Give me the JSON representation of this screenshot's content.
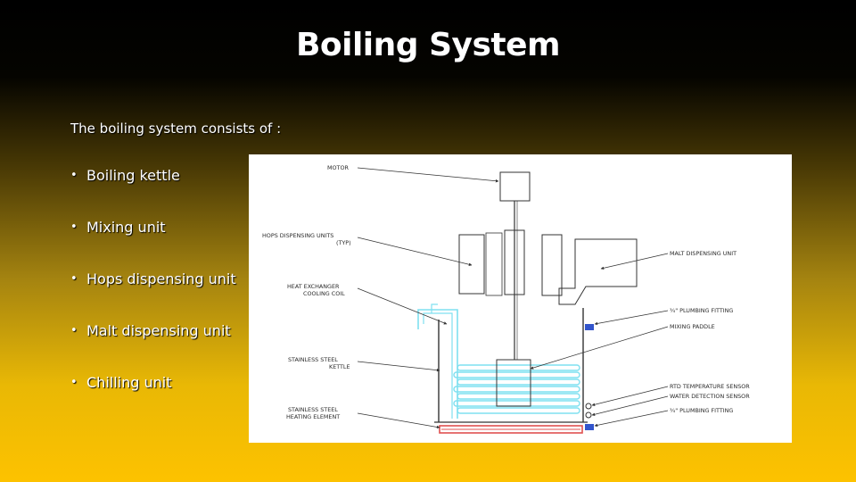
{
  "slide": {
    "title": "Boiling System",
    "intro": "The boiling system consists of :",
    "bullet_symbol": "•",
    "bullets": [
      "Boiling kettle",
      "Mixing unit",
      "Hops dispensing unit",
      "Malt dispensing unit",
      "Chilling unit"
    ]
  },
  "diagram": {
    "labels": {
      "motor": "MOTOR",
      "hops_1": "HOPS DISPENSING UNITS",
      "hops_2": "(TYP)",
      "coil_1": "HEAT EXCHANGER",
      "coil_2": "COOLING COIL",
      "kettle_1": "STAINLESS STEEL",
      "kettle_2": "KETTLE",
      "heater_1": "STAINLESS STEEL",
      "heater_2": "HEATING ELEMENT",
      "malt": "MALT DISPENSING UNIT",
      "fitting_top": "¾\" PLUMBING FITTING",
      "paddle": "MIXING PADDLE",
      "rtd": "RTD TEMPERATURE SENSOR",
      "water": "WATER DETECTION SENSOR",
      "fitting_bottom": "¾\" PLUMBING FITTING"
    },
    "colors": {
      "coil": "#7fe0f0",
      "heater": "#e05050",
      "fitting": "#3355cc",
      "line": "#333333"
    }
  }
}
